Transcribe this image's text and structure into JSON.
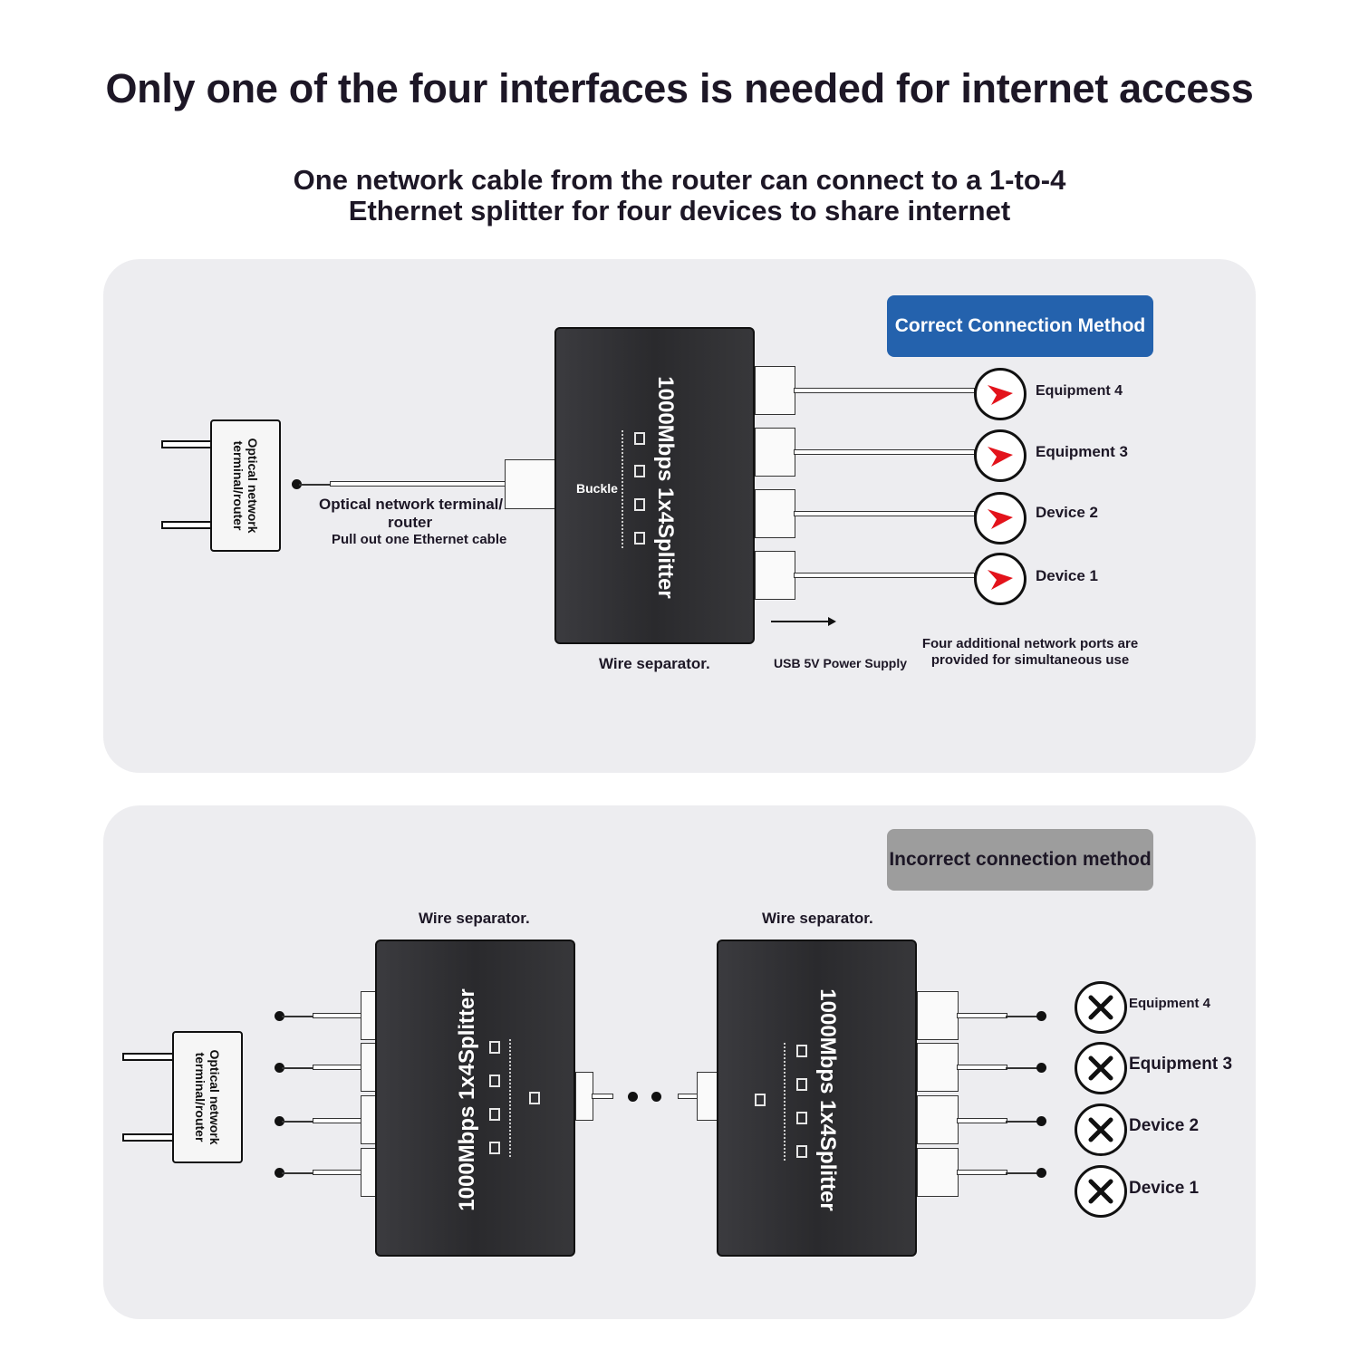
{
  "title": "Only one of the four interfaces is needed for internet access",
  "subtitle": "One network cable from the router can connect to a 1-to-4 Ethernet splitter for four devices to share internet",
  "colors": {
    "correct_badge": "#2462ad",
    "incorrect_badge": "#9d9d9d",
    "check_mark": "#e3131b",
    "cross_mark": "#111111"
  },
  "correct": {
    "badge": "Correct Connection Method",
    "router_label": "Optical network terminal/router",
    "cable_label_1": "Optical network terminal/",
    "cable_label_2": "router",
    "cable_label_3": "Pull out one Ethernet cable",
    "buckle": "Buckle",
    "splitter_text": "1000Mbps 1x4Splitter",
    "splitter_caption": "Wire separator.",
    "usb_label": "USB 5V Power Supply",
    "ports_note_1": "Four additional network ports are",
    "ports_note_2": "provided for simultaneous use",
    "devices": [
      "Equipment 4",
      "Equipment 3",
      "Device 2",
      "Device 1"
    ],
    "device_icon": "check-mark-icon"
  },
  "incorrect": {
    "badge": "Incorrect connection method",
    "router_label": "Optical network terminal/router",
    "splitter_text": "1000Mbps 1x4Splitter",
    "splitter_caption_left": "Wire separator.",
    "splitter_caption_right": "Wire separator.",
    "devices": [
      "Equipment 4",
      "Equipment 3",
      "Device 2",
      "Device 1"
    ],
    "device_icon": "cross-mark-icon"
  }
}
